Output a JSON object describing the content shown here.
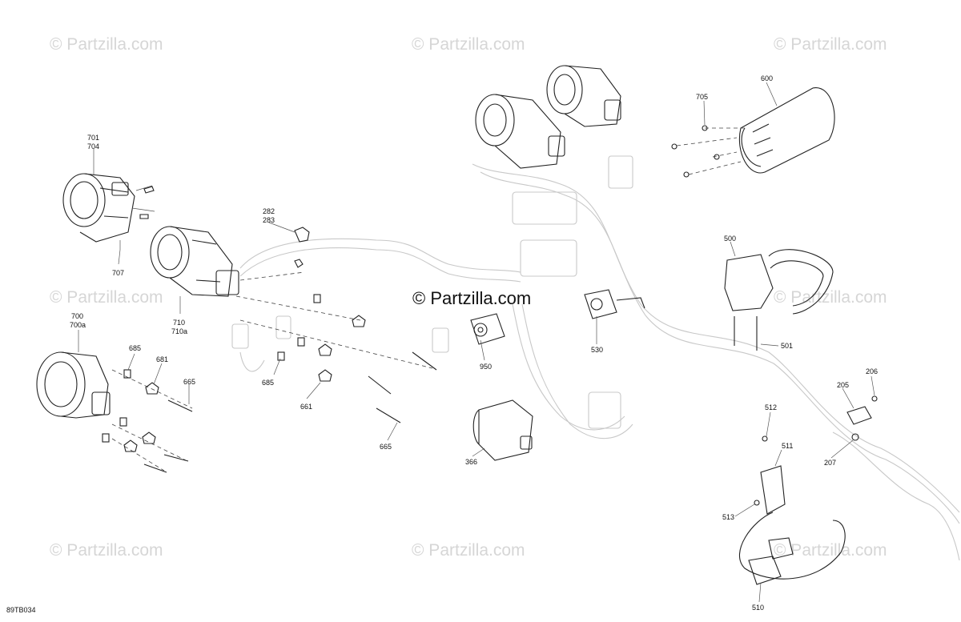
{
  "watermark": {
    "corner_text": "© Partzilla.com",
    "center_text": "© Partzilla.com"
  },
  "figure_code": "89TB034",
  "callouts": {
    "c701": "701",
    "c704": "704",
    "c707": "707",
    "c700": "700",
    "c700a": "700a",
    "c710": "710",
    "c710a": "710a",
    "c685a": "685",
    "c685b": "685",
    "c681": "681",
    "c665a": "665",
    "c665b": "665",
    "c661": "661",
    "c282": "282",
    "c283": "283",
    "c950": "950",
    "c530": "530",
    "c366": "366",
    "c705": "705",
    "c600": "600",
    "c500": "500",
    "c501": "501",
    "c206": "206",
    "c205": "205",
    "c207": "207",
    "c512": "512",
    "c511": "511",
    "c513": "513",
    "c510": "510"
  },
  "colors": {
    "line": "#222222",
    "light_line": "#c8c8c8",
    "watermark": "#d6d6d6"
  }
}
